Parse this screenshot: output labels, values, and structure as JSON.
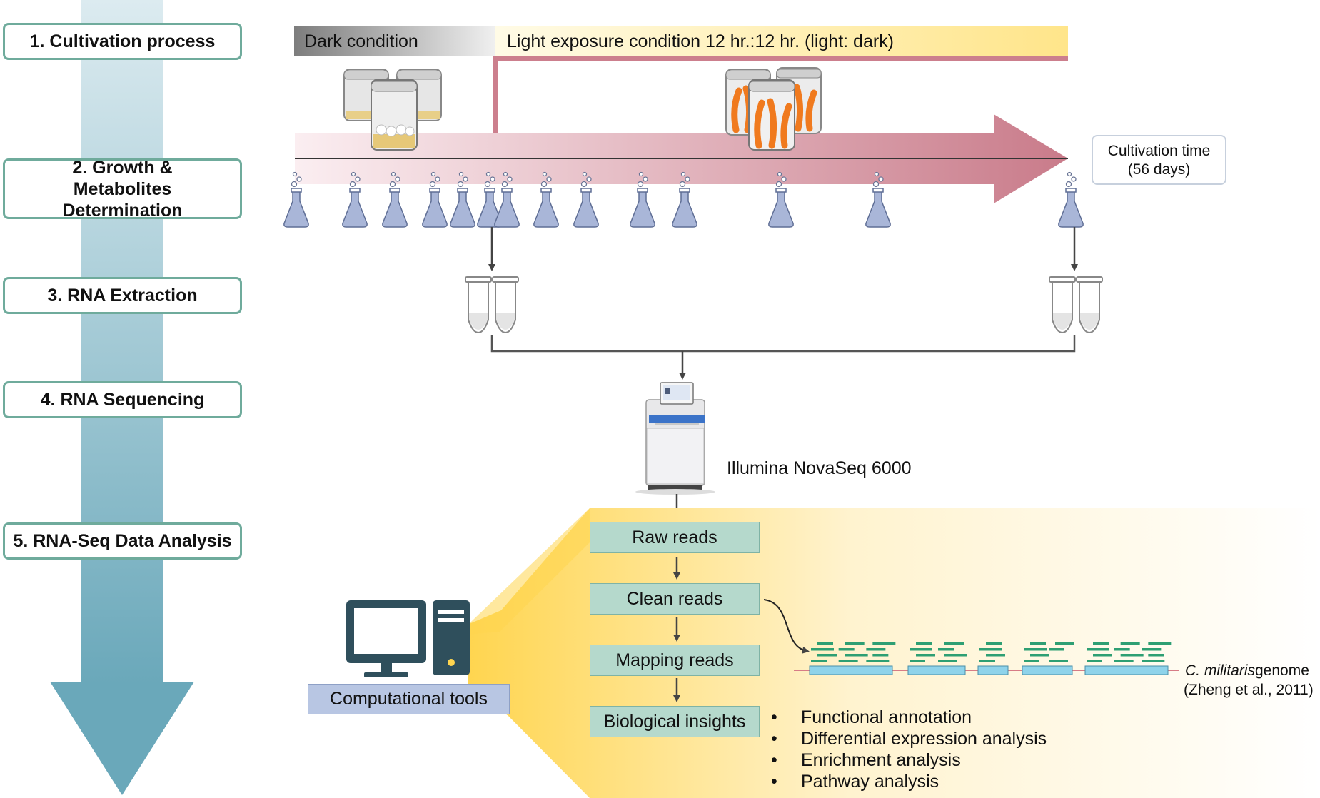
{
  "steps": [
    {
      "label": "1. Cultivation process"
    },
    {
      "label": "2. Growth & Metabolites Determination"
    },
    {
      "label": "3. RNA Extraction"
    },
    {
      "label": "4. RNA Sequencing"
    },
    {
      "label": "5. RNA-Seq  Data Analysis"
    }
  ],
  "timeline": {
    "dark_label": "Dark condition",
    "light_label": "Light exposure condition 12 hr.:12 hr. (light: dark)",
    "cultivation_time_line1": "Cultivation time",
    "cultivation_time_line2": "(56 days)"
  },
  "sequencer": {
    "label": "Illumina NovaSeq 6000"
  },
  "pipeline": {
    "raw": "Raw reads",
    "clean": "Clean reads",
    "mapping": "Mapping reads",
    "insights": "Biological insights"
  },
  "computational_tools": "Computational tools",
  "genome": {
    "species": "C. militaris",
    "suffix": "genome",
    "reference": "(Zheng et al., 2011)"
  },
  "analyses": [
    "Functional annotation",
    "Differential expression analysis",
    "Enrichment analysis",
    "Pathway analysis"
  ],
  "colors": {
    "step_border": "#6fab9c",
    "process_box": "#b5d9cc",
    "tool_box": "#b8c6e3",
    "timeline_arrow": "#c9808e",
    "flask": "#a9b6d8",
    "reads": "#2e9f73",
    "exon": "#8fd3ea"
  }
}
